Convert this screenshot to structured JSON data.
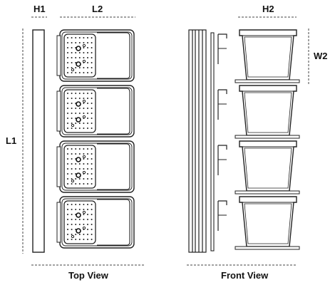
{
  "diagram": {
    "dimensions": {
      "h1": "H1",
      "l2": "L2",
      "l1": "L1",
      "h2": "H2",
      "w2": "W2"
    },
    "views": {
      "top": "Top View",
      "front": "Front View"
    },
    "tray_count": 4
  }
}
